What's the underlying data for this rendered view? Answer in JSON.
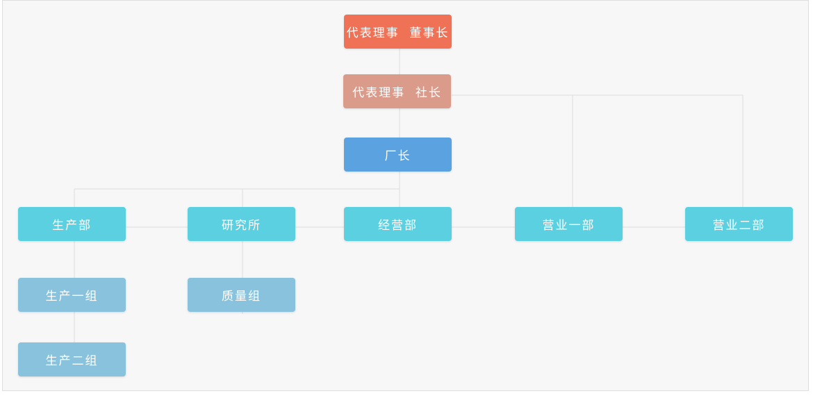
{
  "colors": {
    "chairman": "#ef7257",
    "president": "#db9b8b",
    "factory": "#5aa2e0",
    "department": "#5bd0e0",
    "group": "#89c2dc",
    "connector": "#dcdcdc",
    "background": "#f7f7f7"
  },
  "org": {
    "chairman": "代表理事  董事长",
    "president": "代表理事  社长",
    "factory_manager": "厂长",
    "departments": {
      "production": "生产部",
      "research": "研究所",
      "management": "经营部",
      "sales1": "营业一部",
      "sales2": "营业二部"
    },
    "groups": {
      "production1": "生产一组",
      "production2": "生产二组",
      "quality": "质量组"
    }
  }
}
